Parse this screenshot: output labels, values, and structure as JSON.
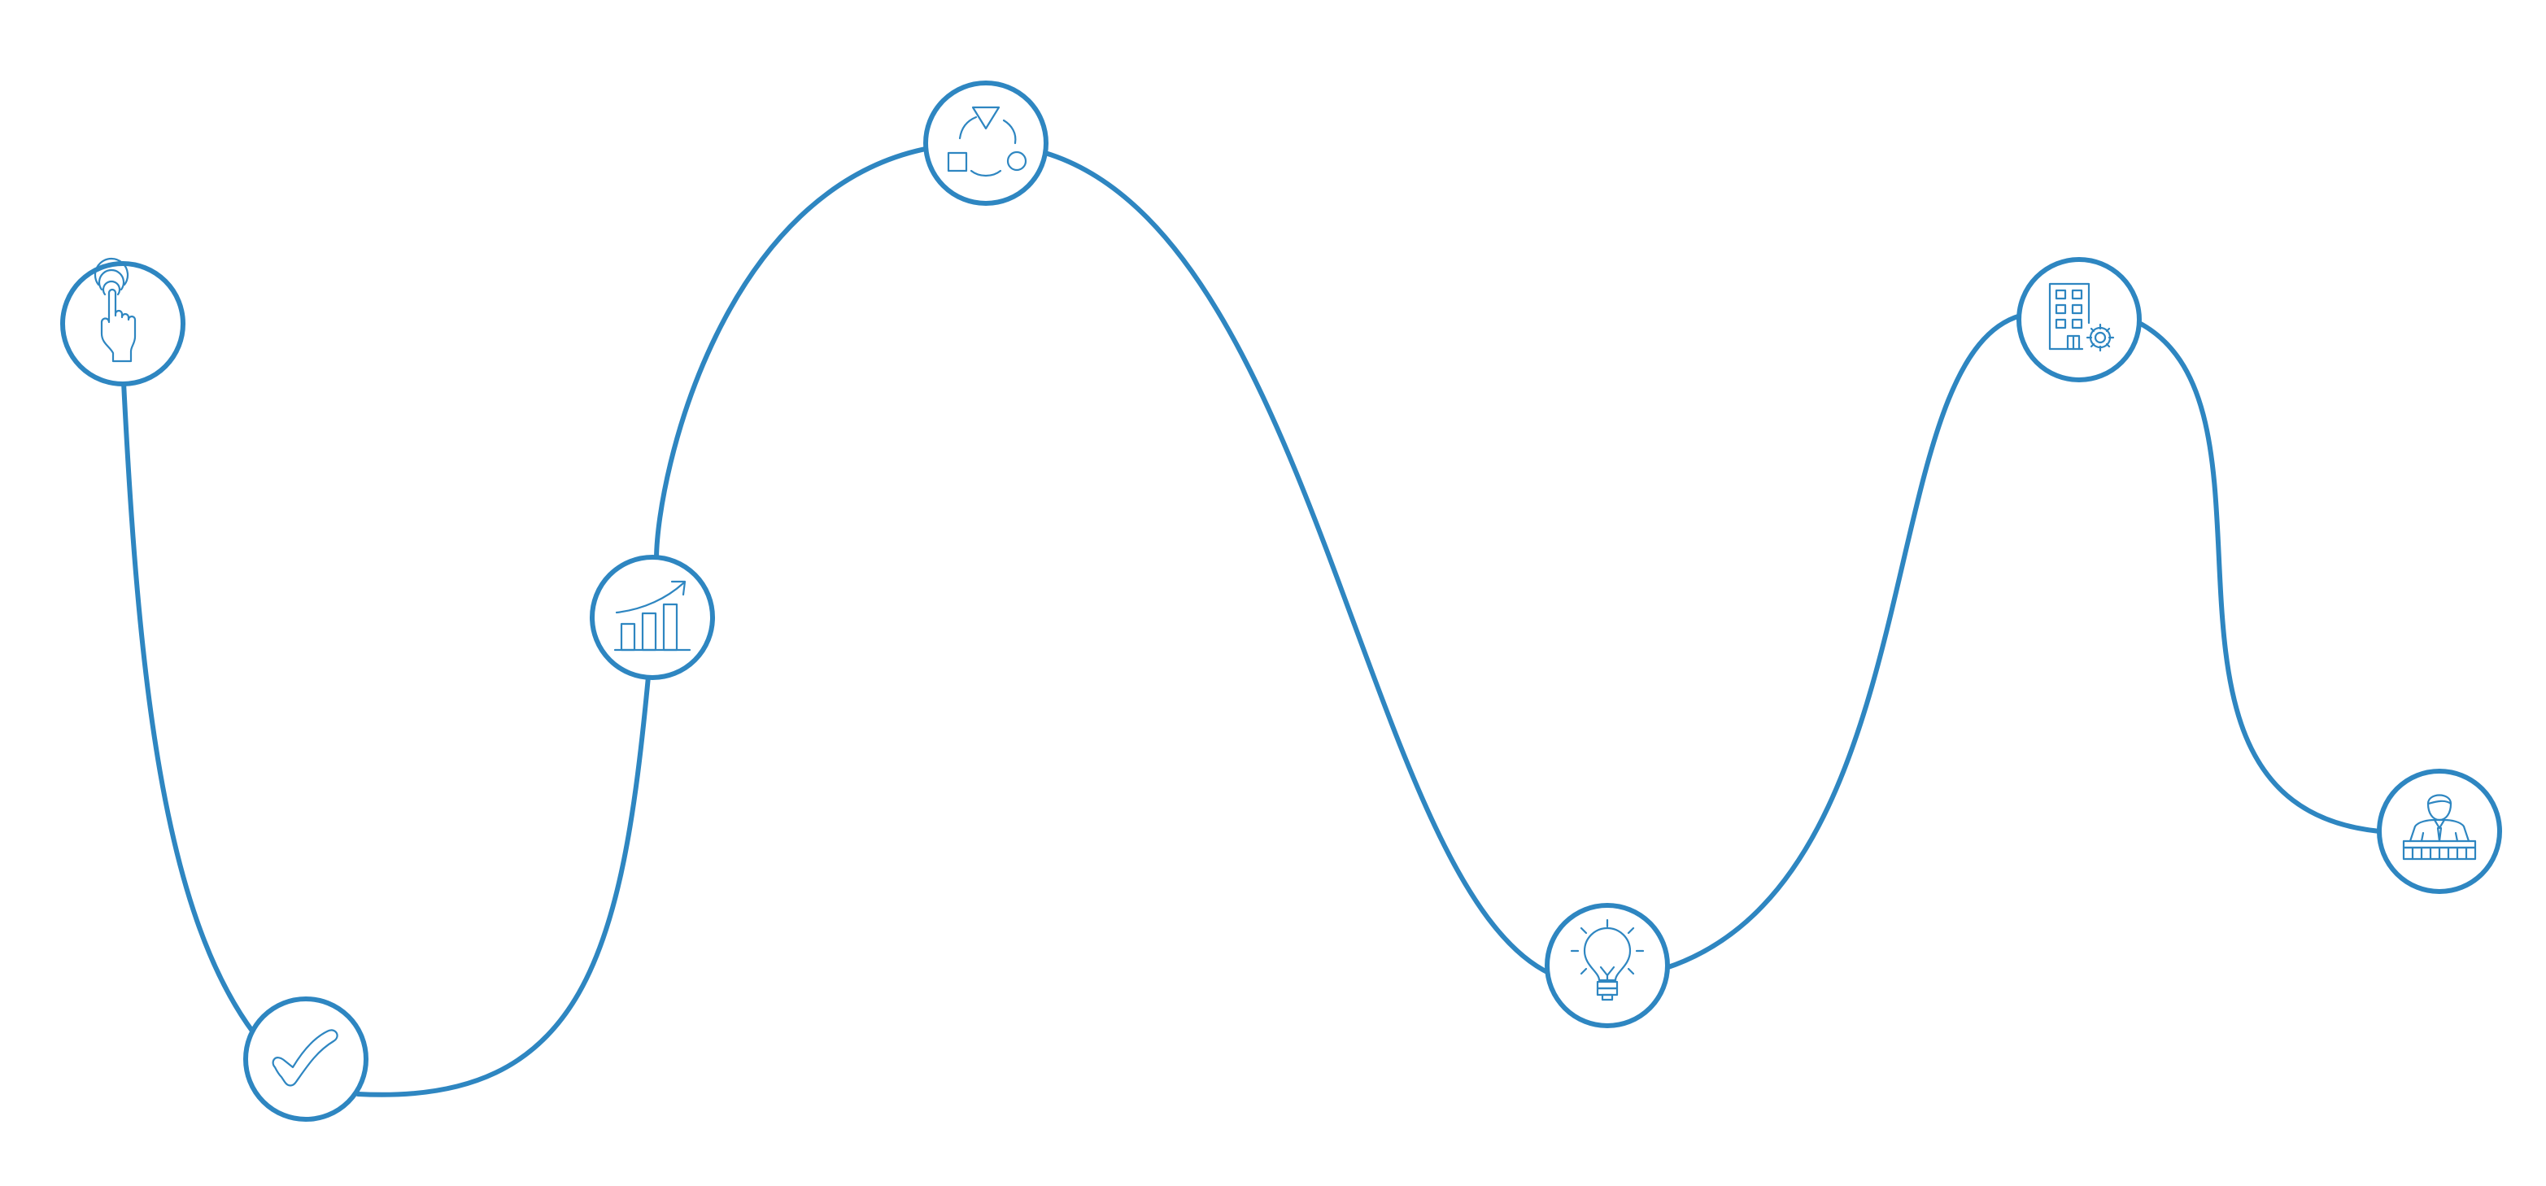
{
  "theme": {
    "line_color": "#2e86c1",
    "icon_color": "#2e86c1",
    "background": "#ffffff"
  },
  "nodes": [
    {
      "id": "node-1",
      "icon": "touch-gesture-icon"
    },
    {
      "id": "node-2",
      "icon": "checkmark-icon"
    },
    {
      "id": "node-3",
      "icon": "growth-bar-chart-icon"
    },
    {
      "id": "node-4",
      "icon": "shapes-cycle-icon"
    },
    {
      "id": "node-5",
      "icon": "lightbulb-icon"
    },
    {
      "id": "node-6",
      "icon": "building-gear-icon"
    },
    {
      "id": "node-7",
      "icon": "speaker-podium-icon"
    }
  ]
}
